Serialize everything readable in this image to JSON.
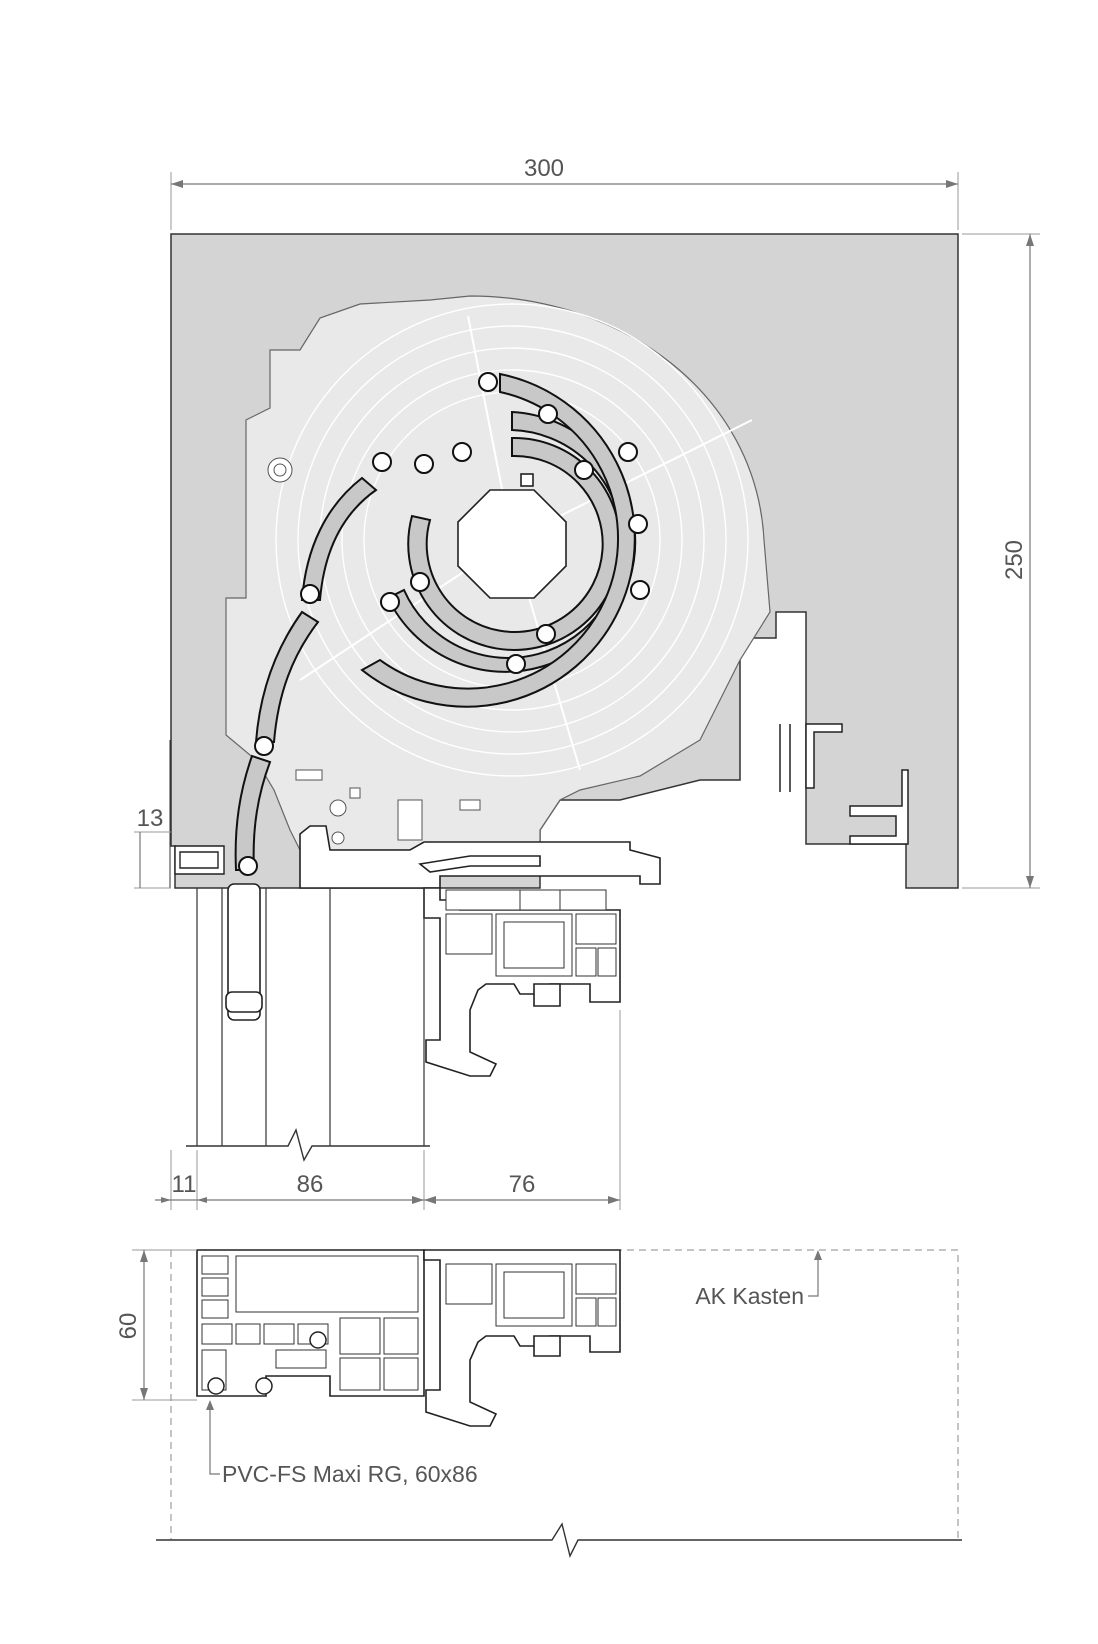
{
  "drawing": {
    "dimensions": {
      "box_width": "300",
      "box_height": "250",
      "flange": "13",
      "offset_left": "11",
      "frame_depth": "86",
      "sash_depth": "76",
      "profile_height": "60"
    },
    "labels": {
      "ak_kasten": "AK Kasten",
      "profile_name": "PVC-FS Maxi RG, 60x86"
    },
    "colors": {
      "box_fill": "#d4d4d4",
      "line": "#222222",
      "slat_fill": "#c8c8c8",
      "dim_text": "#555555"
    }
  }
}
